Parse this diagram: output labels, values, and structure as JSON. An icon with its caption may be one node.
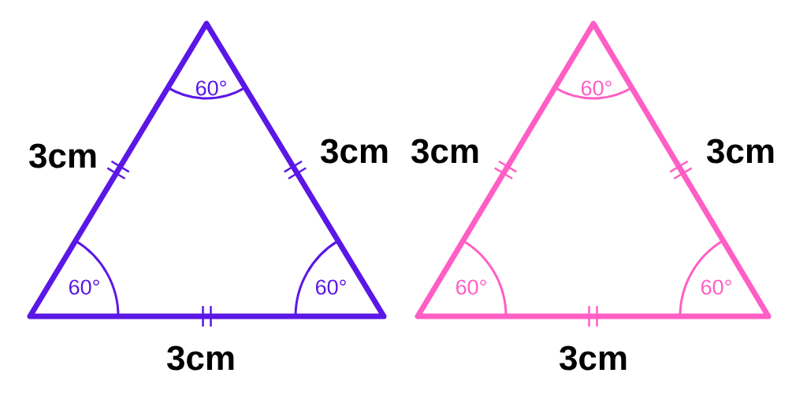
{
  "diagram": {
    "labels": [
      "3cm",
      "60°",
      "3cm",
      "3cm",
      "60°",
      "3cm",
      "60°",
      "60°",
      "60°",
      "60°",
      "3cm",
      "3cm"
    ]
  }
}
